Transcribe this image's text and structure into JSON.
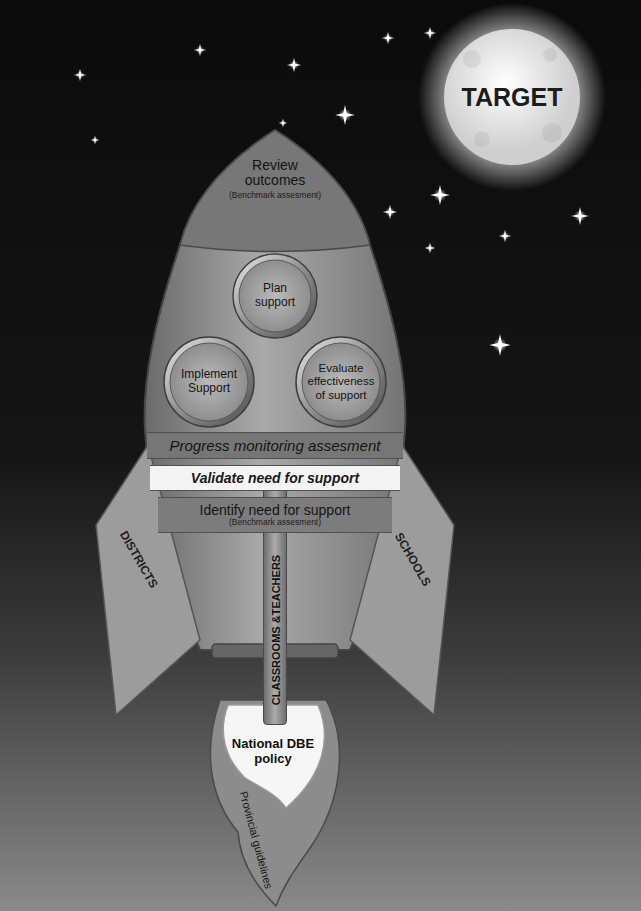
{
  "diagram": {
    "nodes": [
      {
        "text": [
          "TARGET"
        ]
      },
      {
        "text": [
          "Review outcomes",
          "(Benchmark assesment)"
        ]
      },
      {
        "text": [
          "Plan support"
        ]
      },
      {
        "text": [
          "Implement Support"
        ]
      },
      {
        "text": [
          "Evaluate effectiveness of support"
        ]
      },
      {
        "text": [
          "Progress monitoring assesment"
        ]
      },
      {
        "text": [
          "Validate need for support"
        ]
      },
      {
        "text": [
          "Identify need for support",
          "(Benchmark assesment)"
        ]
      },
      {
        "text": [
          "DISTRICTS"
        ]
      },
      {
        "text": [
          "SCHOOLS"
        ]
      },
      {
        "text": [
          "CLASSROOMS &TEACHERS"
        ]
      },
      {
        "text": [
          "Provincial guidelines"
        ]
      },
      {
        "text": [
          "National DBE policy"
        ],
        "in": 11
      }
    ]
  }
}
